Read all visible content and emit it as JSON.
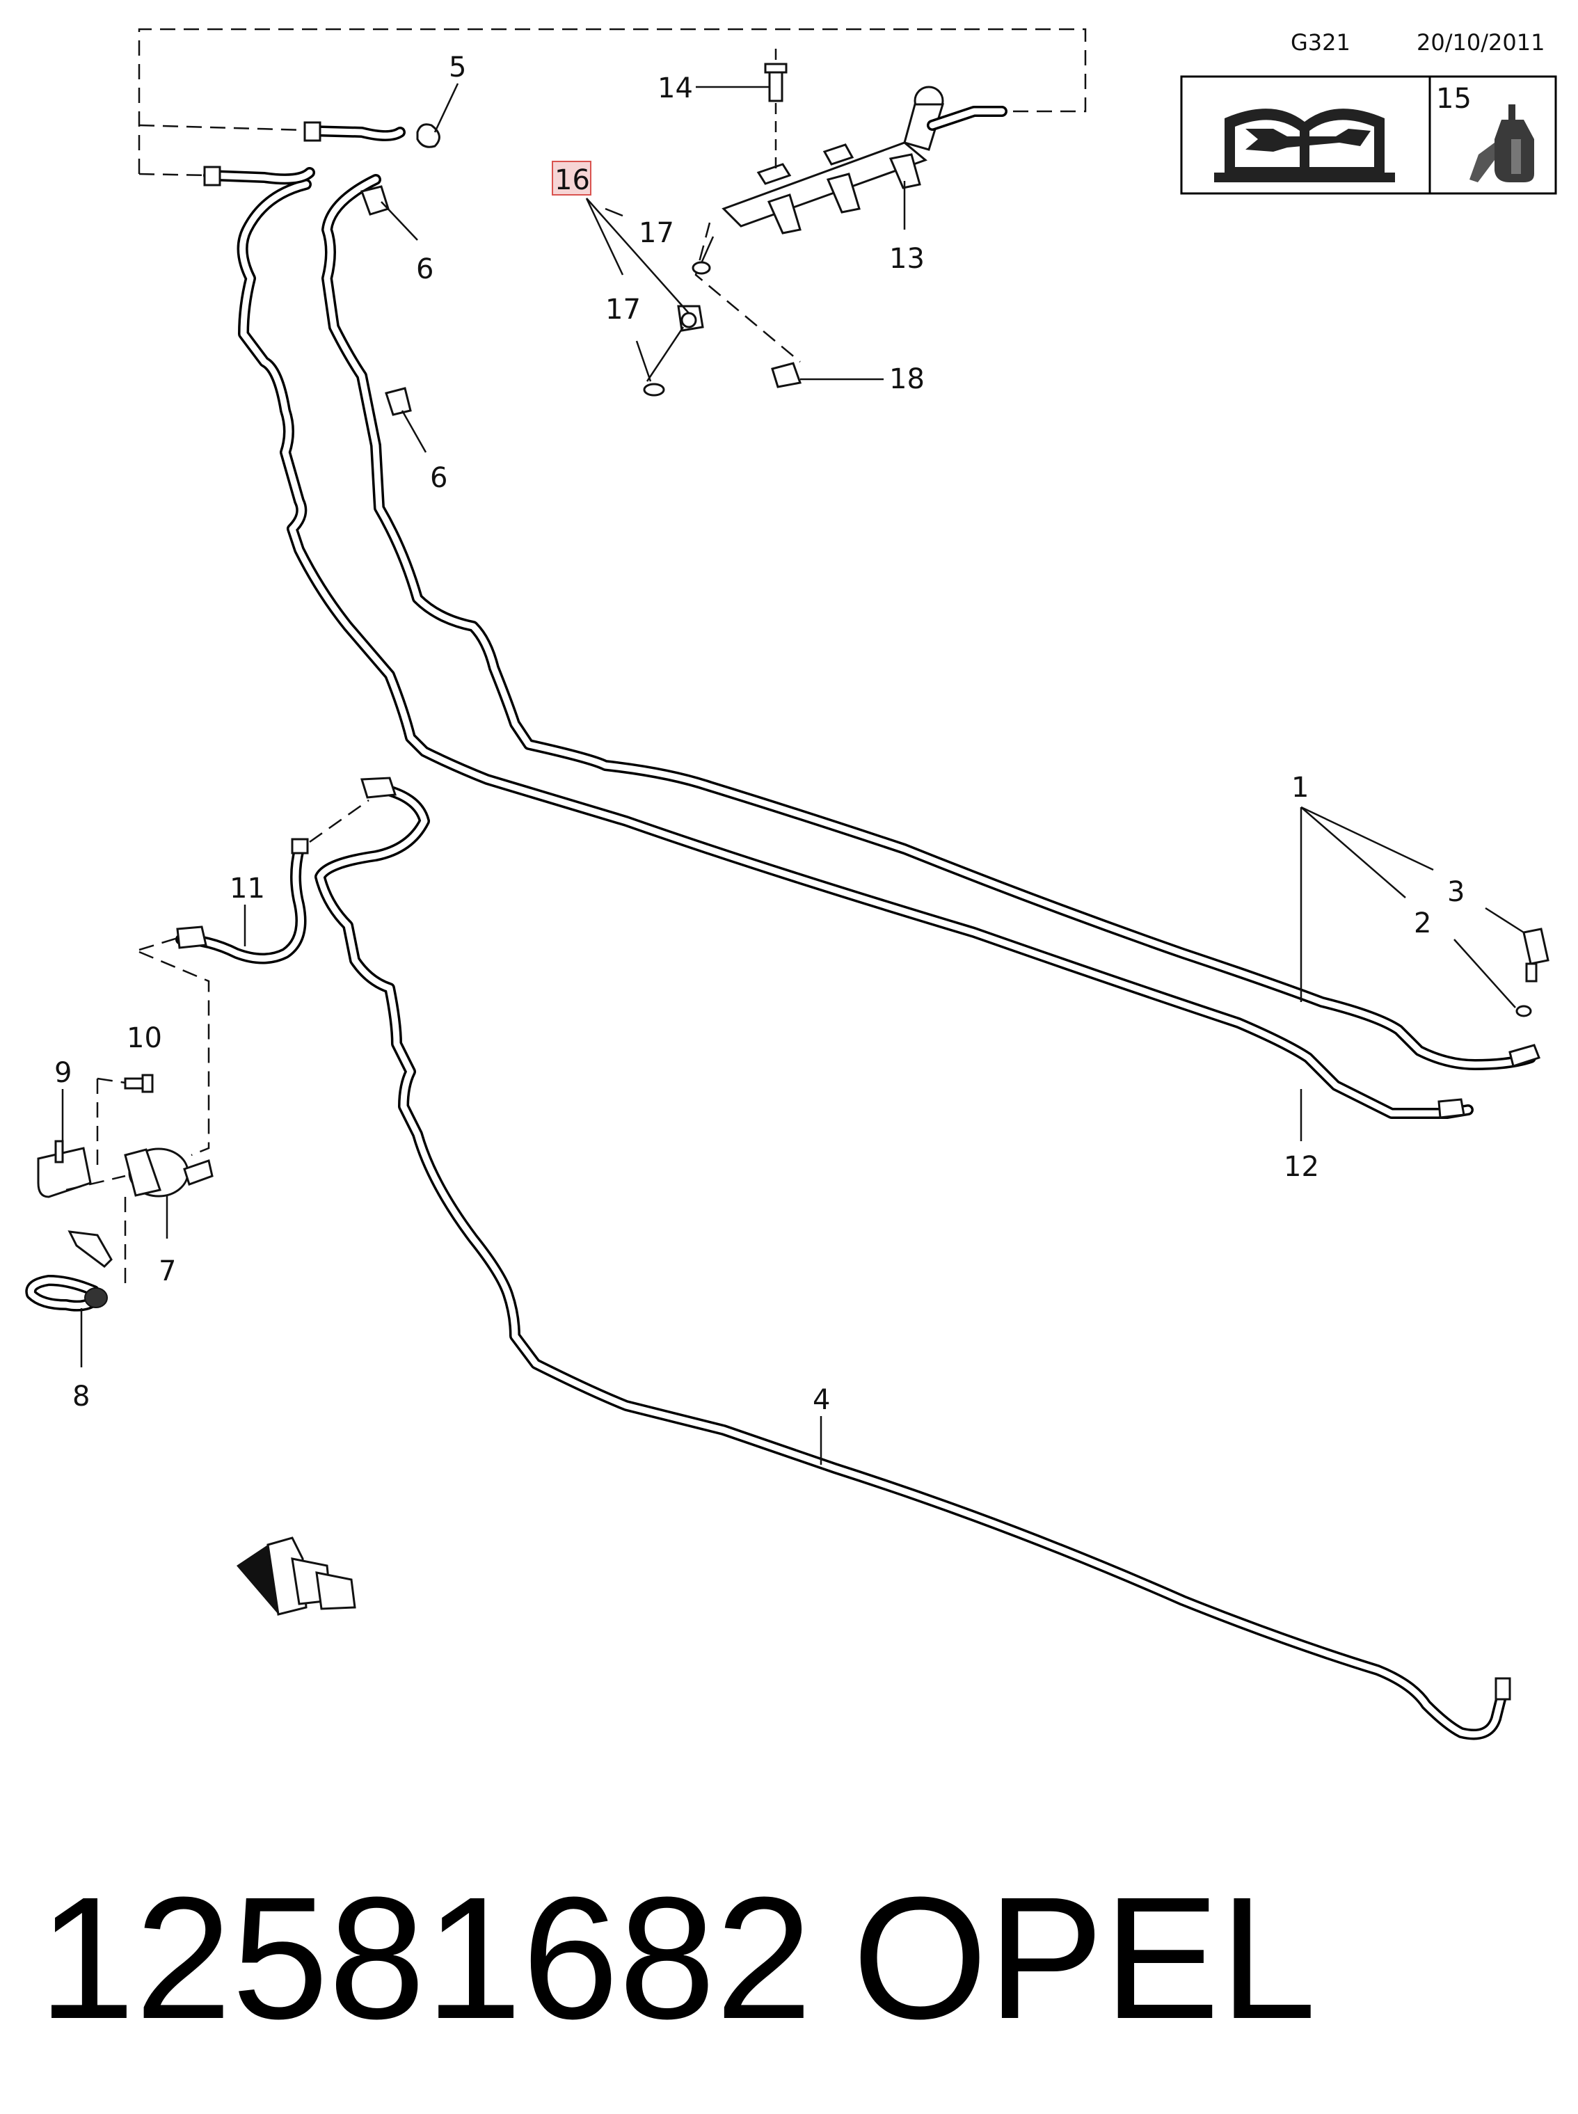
{
  "header": {
    "diagram_code": "G321",
    "date": "20/10/2011",
    "info_box_number": "15"
  },
  "callouts": [
    {
      "id": "1",
      "label": "1"
    },
    {
      "id": "2",
      "label": "2"
    },
    {
      "id": "3",
      "label": "3"
    },
    {
      "id": "4",
      "label": "4"
    },
    {
      "id": "5",
      "label": "5"
    },
    {
      "id": "6a",
      "label": "6"
    },
    {
      "id": "6b",
      "label": "6"
    },
    {
      "id": "7",
      "label": "7"
    },
    {
      "id": "8",
      "label": "8"
    },
    {
      "id": "9",
      "label": "9"
    },
    {
      "id": "10",
      "label": "10"
    },
    {
      "id": "11",
      "label": "11"
    },
    {
      "id": "12",
      "label": "12"
    },
    {
      "id": "13",
      "label": "13"
    },
    {
      "id": "14",
      "label": "14"
    },
    {
      "id": "16",
      "label": "16",
      "highlighted": true
    },
    {
      "id": "17a",
      "label": "17"
    },
    {
      "id": "17b",
      "label": "17"
    },
    {
      "id": "18",
      "label": "18"
    }
  ],
  "footer": {
    "part_number": "12581682",
    "brand": "OPEL"
  },
  "colors": {
    "highlight_fill": "#f6d5d5",
    "highlight_stroke": "#d9534f",
    "line": "#000000"
  },
  "icons": [
    "manual-book-wrench-icon",
    "fluid-bottle-icon",
    "front-direction-arrow-icon"
  ]
}
